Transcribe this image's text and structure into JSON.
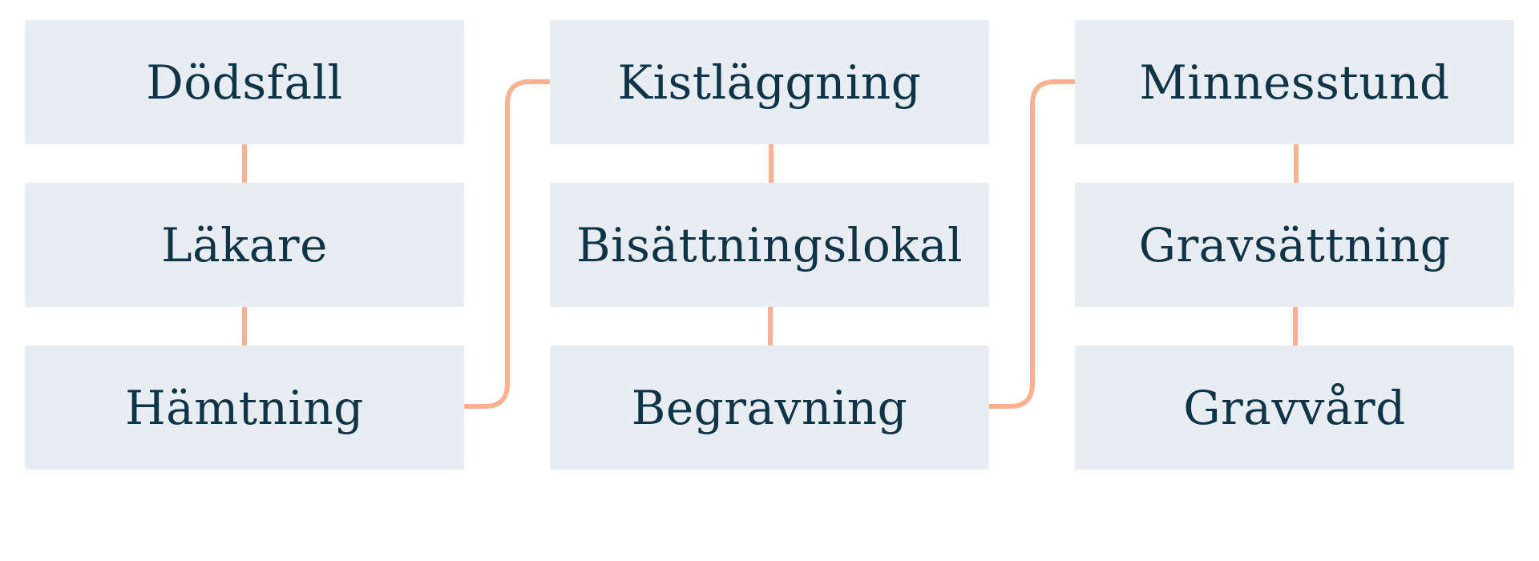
{
  "colors": {
    "box_fill": "#e8edf3",
    "text": "#0f3347",
    "connector": "#fbb18f"
  },
  "columns": [
    {
      "steps": [
        {
          "label": "Dödsfall"
        },
        {
          "label": "Läkare"
        },
        {
          "label": "Hämtning"
        }
      ]
    },
    {
      "steps": [
        {
          "label": "Kistläggning"
        },
        {
          "label": "Bisättningslokal"
        },
        {
          "label": "Begravning"
        }
      ]
    },
    {
      "steps": [
        {
          "label": "Minnesstund"
        },
        {
          "label": "Gravsättning"
        },
        {
          "label": "Gravvård"
        }
      ]
    }
  ]
}
